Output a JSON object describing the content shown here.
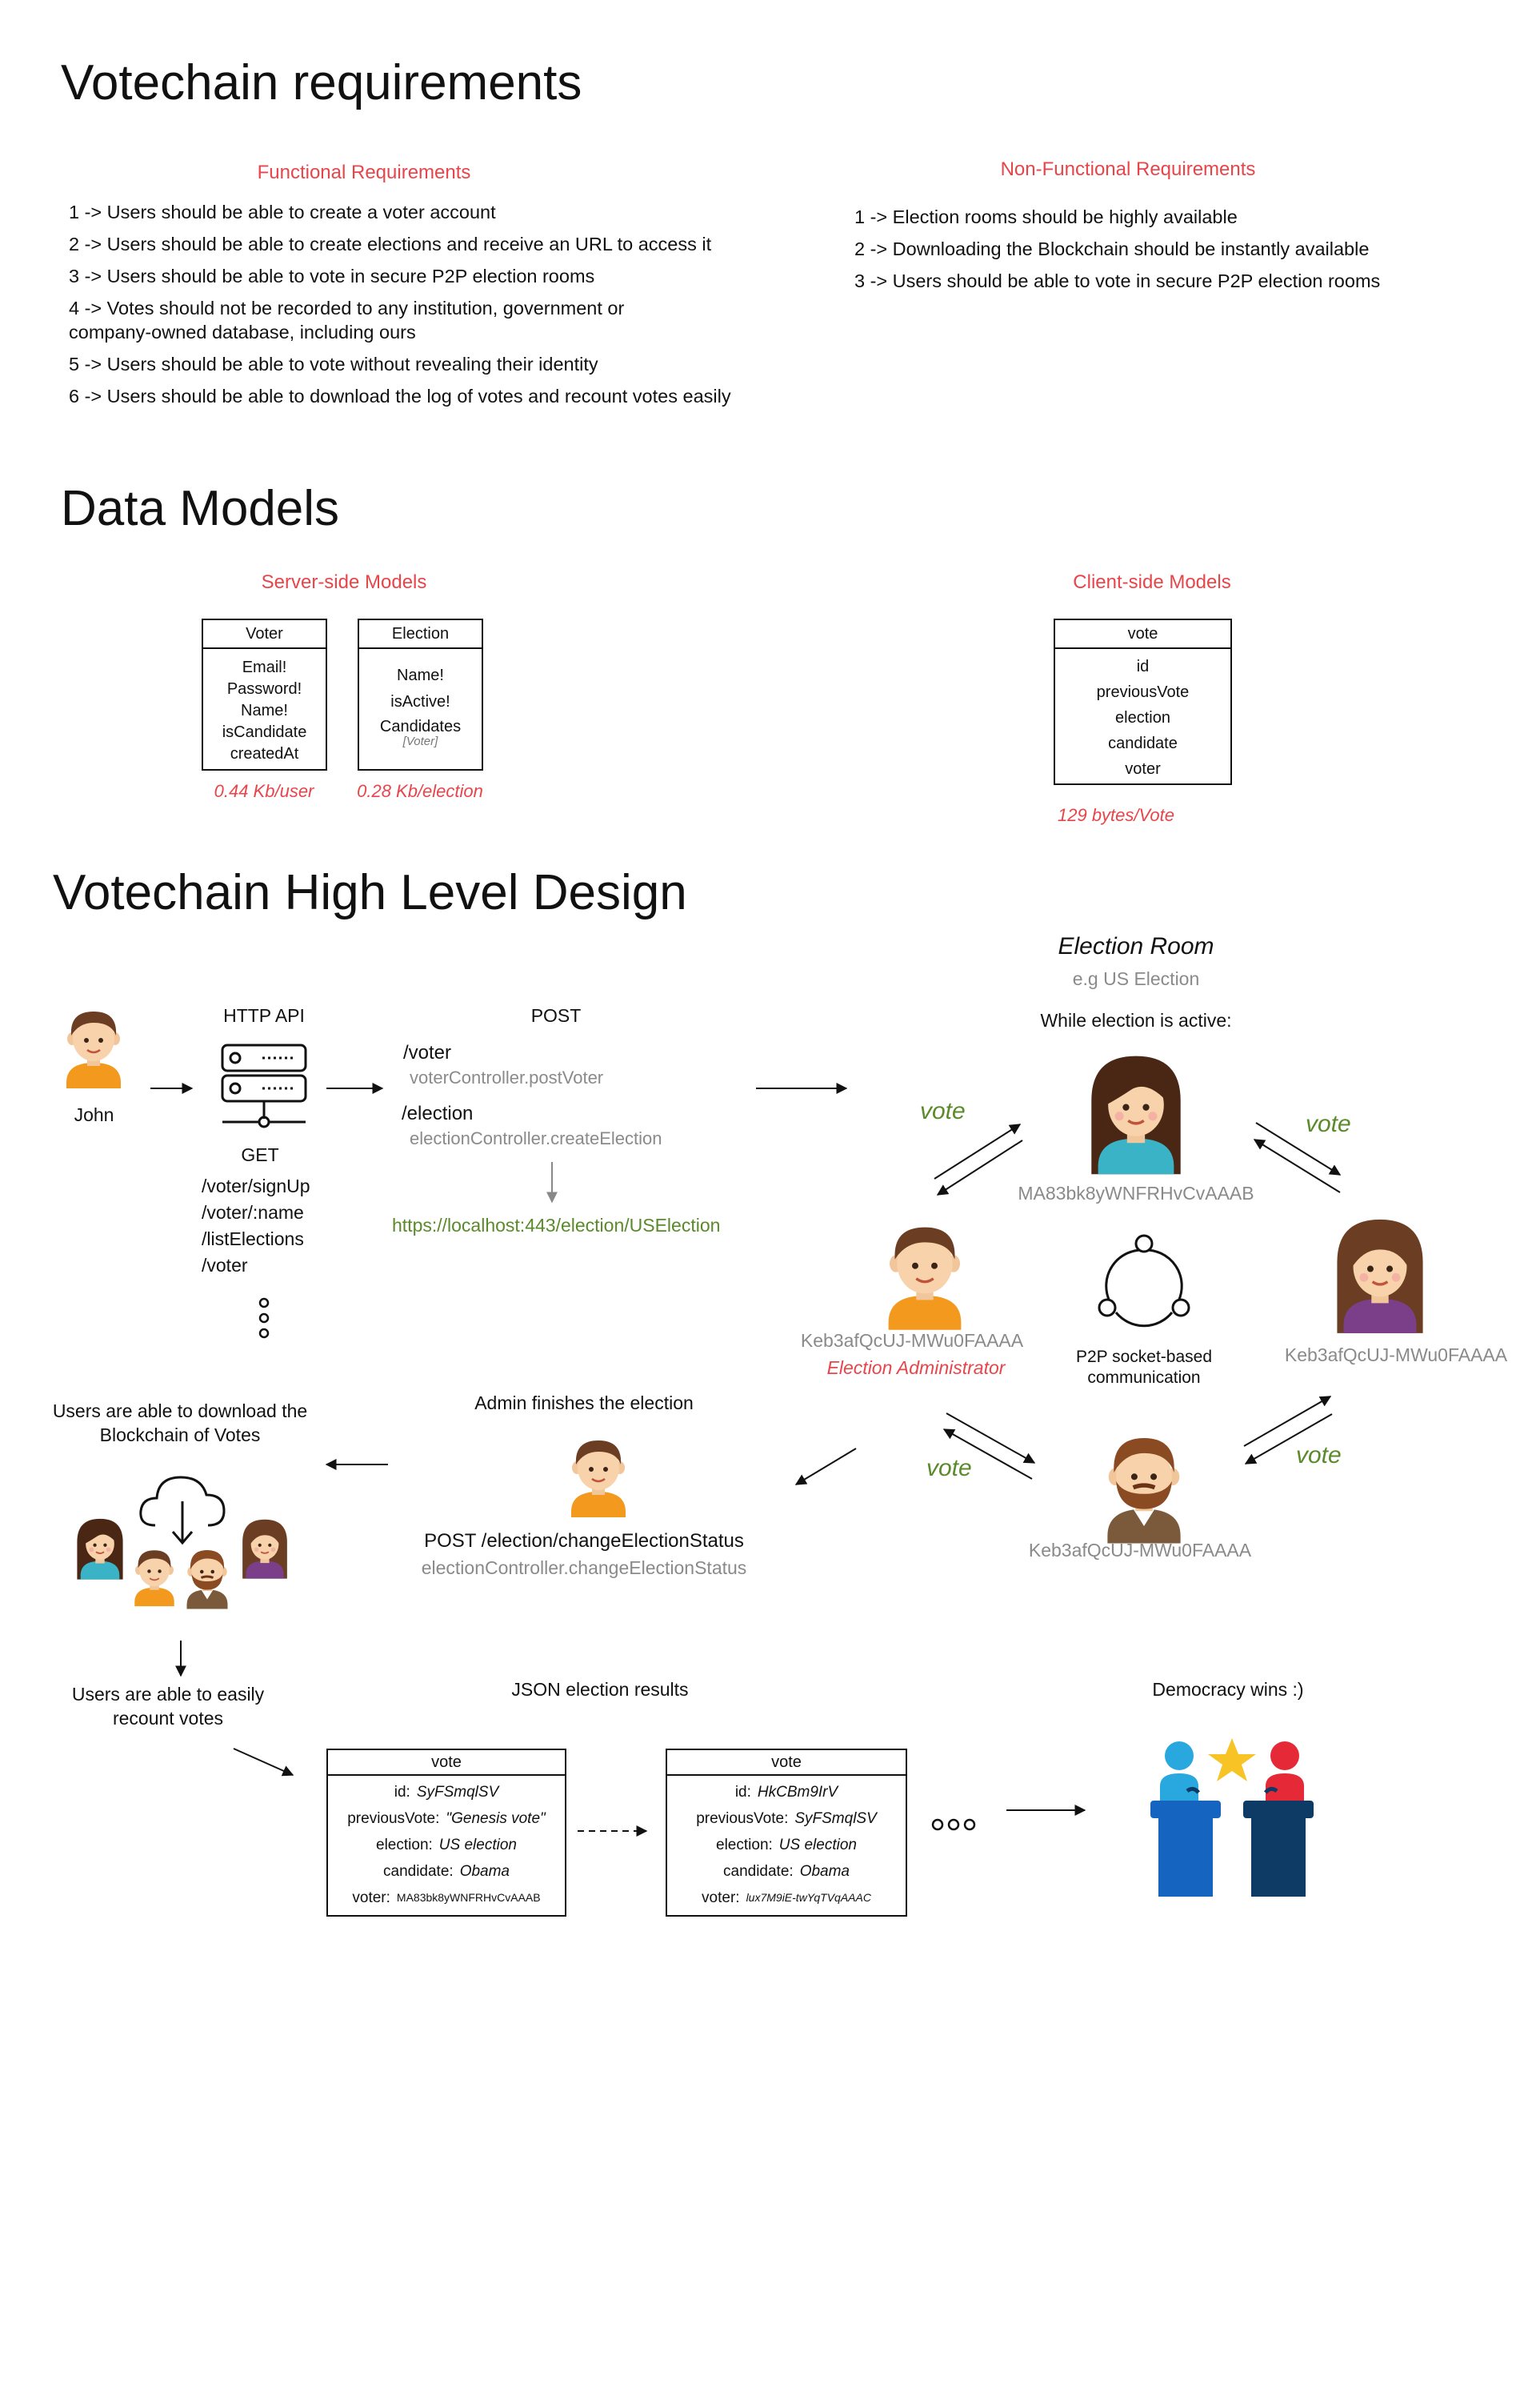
{
  "requirements": {
    "title": "Votechain requirements",
    "functional_title": "Functional Requirements",
    "functional": [
      "1 -> Users should be able to create a voter account",
      "2 -> Users should be able to create elections and receive an URL to access it",
      "3 -> Users should be able to vote in secure P2P election rooms",
      "4 -> Votes should not be recorded to any institution, government or company-owned database, including ours",
      "5 -> Users should be able to vote without revealing their identity",
      "6 -> Users should be able to download the log of votes and recount votes easily"
    ],
    "nonfunctional_title": "Non-Functional Requirements",
    "nonfunctional": [
      "1 -> Election rooms should be highly available",
      "2 -> Downloading the Blockchain should be instantly available",
      "3 -> Users should be able to vote in secure P2P election rooms"
    ]
  },
  "models": {
    "title": "Data Models",
    "server_title": "Server-side Models",
    "client_title": "Client-side Models",
    "voter": {
      "name": "Voter",
      "fields": [
        "Email!",
        "Password!",
        "Name!",
        "isCandidate",
        "createdAt"
      ],
      "size": "0.44 Kb/user"
    },
    "election": {
      "name": "Election",
      "fields": [
        "Name!",
        "isActive!",
        "Candidates"
      ],
      "note": "[Voter]",
      "size": "0.28 Kb/election"
    },
    "vote": {
      "name": "vote",
      "fields": [
        "id",
        "previousVote",
        "election",
        "candidate",
        "voter"
      ],
      "size": "129 bytes/Vote"
    }
  },
  "design": {
    "title": "Votechain High Level Design",
    "user_name": "John",
    "http_api": "HTTP API",
    "get_label": "GET",
    "get_routes": [
      "/voter/signUp",
      "/voter/:name",
      "/listElections",
      "/voter"
    ],
    "post_label": "POST",
    "post_voter": "/voter",
    "post_voter_ctrl": "voterController.postVoter",
    "post_election": "/election",
    "post_election_ctrl": "electionController.createElection",
    "election_url": "https://localhost:443/election/USElection",
    "room_title": "Election Room",
    "room_example": "e.g US Election",
    "room_active": "While election is active:",
    "vote_word": "vote",
    "peer_top": "MA83bk8yWNFRHvCvAAAB",
    "peer_admin": "Keb3afQcUJ-MWu0FAAAA",
    "admin_role": "Election Administrator",
    "peer_right": "Keb3afQcUJ-MWu0FAAAA",
    "peer_bottom": "Keb3afQcUJ-MWu0FAAAA",
    "p2p_label": "P2P socket-based communication",
    "admin_finishes": "Admin finishes the election",
    "finish_post": "POST  /election/changeElectionStatus",
    "finish_ctrl": "electionController.changeElectionStatus",
    "download_label": "Users are able to download the Blockchain of Votes",
    "recount_label": "Users are able to easily recount votes",
    "json_label": "JSON election results",
    "democracy_label": "Democracy wins :)",
    "block1": {
      "header": "vote",
      "id": "SyFSmqlSV",
      "previousVote": "\"Genesis vote\"",
      "election": "US election",
      "candidate": "Obama",
      "voter": "MA83bk8yWNFRHvCvAAAB"
    },
    "block2": {
      "header": "vote",
      "id": "HkCBm9IrV",
      "previousVote": "SyFSmqlSV",
      "election": "US election",
      "candidate": "Obama",
      "voter": "lux7M9iE-twYqTVqAAAC"
    },
    "keys": {
      "id": "id:",
      "previousVote": "previousVote:",
      "election": "election:",
      "candidate": "candidate:",
      "voter": "voter:"
    }
  },
  "colors": {
    "accent_red": "#e8454b",
    "green": "#5a8a2a",
    "gray": "#8a8a8a",
    "blue": "#1565c0",
    "navy": "#0d3b66",
    "star": "#f7c325"
  }
}
